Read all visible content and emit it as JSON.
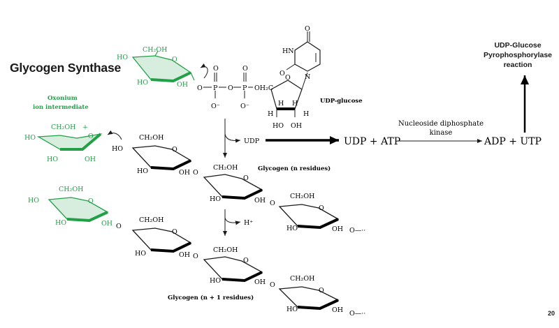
{
  "slide": {
    "title": "Glycogen Synthase",
    "page_number": "20",
    "enzyme_label_lines": [
      "UDP-Glucose",
      "Pyrophosphorylase",
      "reaction"
    ]
  },
  "labels": {
    "udp_glucose": "UDP-glucose",
    "oxonium_line1": "Oxonium",
    "oxonium_line2": "ion intermediate",
    "udp_released": "UDP",
    "h_plus": "H⁺",
    "glycogen_n": "Glycogen (n residues)",
    "glycogen_n1": "Glycogen (n + 1 residues)"
  },
  "reaction": {
    "left": "UDP + ATP",
    "right": "ADP + UTP",
    "enzyme_line1": "Nucleoside diphosphate",
    "enzyme_line2": "kinase"
  },
  "groups": {
    "hydroxyl": "HO",
    "hydroxyl_right": "OH",
    "ch2oh": "CH₂OH",
    "o_minus": "O⁻",
    "oh2c": "OH₂C",
    "nh": "HN",
    "h": "H",
    "o": "O",
    "p": "P",
    "n": "N",
    "chain_continues": "O—··",
    "plus": "+"
  },
  "colors": {
    "highlight": "#21a047",
    "ink": "#1a1a1a",
    "background": "#ffffff"
  }
}
